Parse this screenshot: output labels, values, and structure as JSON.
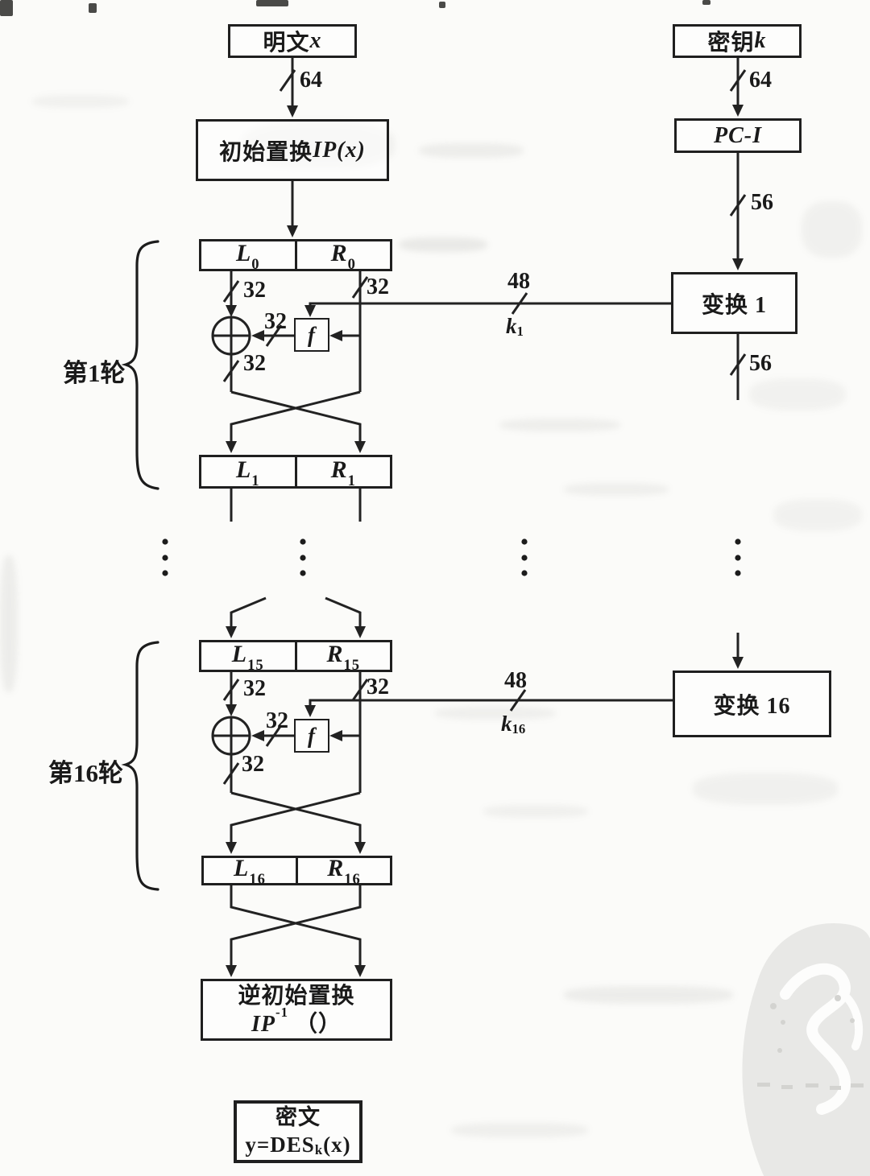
{
  "labels": {
    "plaintext_cn": "明文 ",
    "plaintext_var": "x",
    "key_cn": "密钥 ",
    "key_var": "k",
    "ip_cn": "初始置换",
    "ip_math": "IP(x)",
    "pc1": "PC-I",
    "transform1": "变换 1",
    "transform16": "变换 16",
    "f": "f",
    "round1_brace": "第1轮",
    "round16_brace": "第16轮",
    "inv_line1": "逆初始置换",
    "inv_base": "IP",
    "inv_sup": "-1",
    "inv_paren": "（）",
    "cipher_line1": "密文",
    "cipher_pre": "y=DES",
    "cipher_sub": "k",
    "cipher_post": "(x)"
  },
  "buses": {
    "b64": "64",
    "b56": "56",
    "b48": "48",
    "b32": "32"
  },
  "subkeys": {
    "k1": {
      "base": "k",
      "sub": "1"
    },
    "k16": {
      "base": "k",
      "sub": "16"
    }
  },
  "registers": {
    "L0": {
      "base": "L",
      "sub": "0"
    },
    "R0": {
      "base": "R",
      "sub": "0"
    },
    "L1": {
      "base": "L",
      "sub": "1"
    },
    "R1": {
      "base": "R",
      "sub": "1"
    },
    "L15": {
      "base": "L",
      "sub": "15"
    },
    "R15": {
      "base": "R",
      "sub": "15"
    },
    "L16": {
      "base": "L",
      "sub": "16"
    },
    "R16": {
      "base": "R",
      "sub": "16"
    }
  },
  "colors": {
    "ink": "#222222",
    "paper": "#fbfbf9",
    "watermark": "#e8e8e6"
  }
}
